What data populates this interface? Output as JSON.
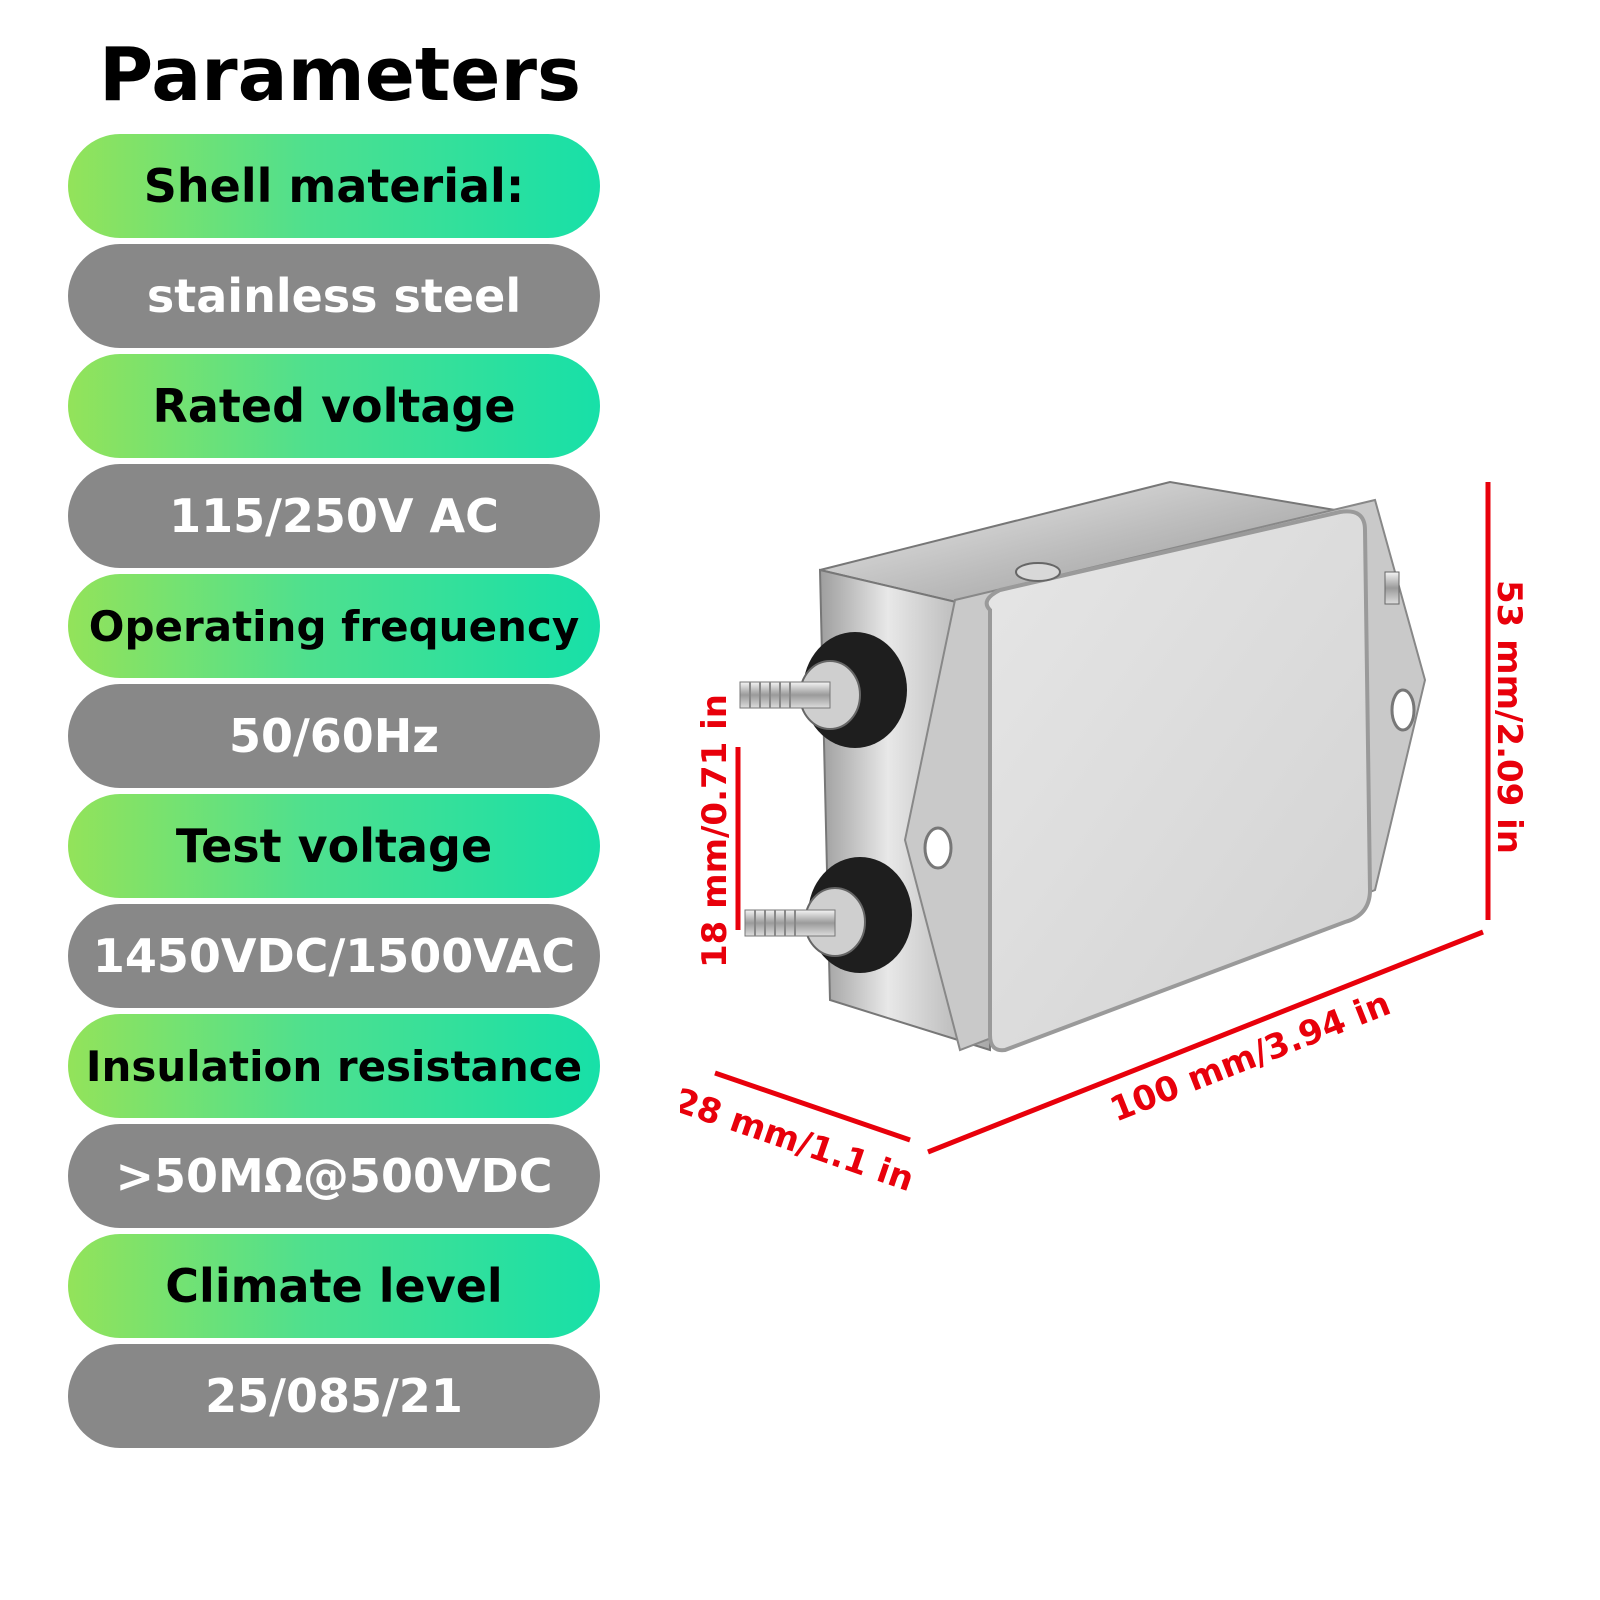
{
  "title": "Parameters",
  "parameters": [
    {
      "label": "Shell material:",
      "value": "stainless steel"
    },
    {
      "label": "Rated voltage",
      "value": "115/250V AC"
    },
    {
      "label": "Operating frequency",
      "value": "50/60Hz"
    },
    {
      "label": "Test voltage",
      "value": "1450VDC/1500VAC"
    },
    {
      "label": "Insulation resistance",
      "value": ">50MΩ@500VDC"
    },
    {
      "label": "Climate level",
      "value": "25/085/21"
    }
  ],
  "dimensions": {
    "height": "53 mm/2.09 in",
    "terminal_spacing": "18 mm/0.71 in",
    "length": "100 mm/3.94 in",
    "depth": "28 mm/1.1 in"
  },
  "colors": {
    "label_gradient_start": "#93e35a",
    "label_gradient_end": "#17e0a8",
    "value_pill": "#888888",
    "dimension": "#e8000b"
  },
  "icons": {
    "product": "emi-filter-product-image"
  }
}
